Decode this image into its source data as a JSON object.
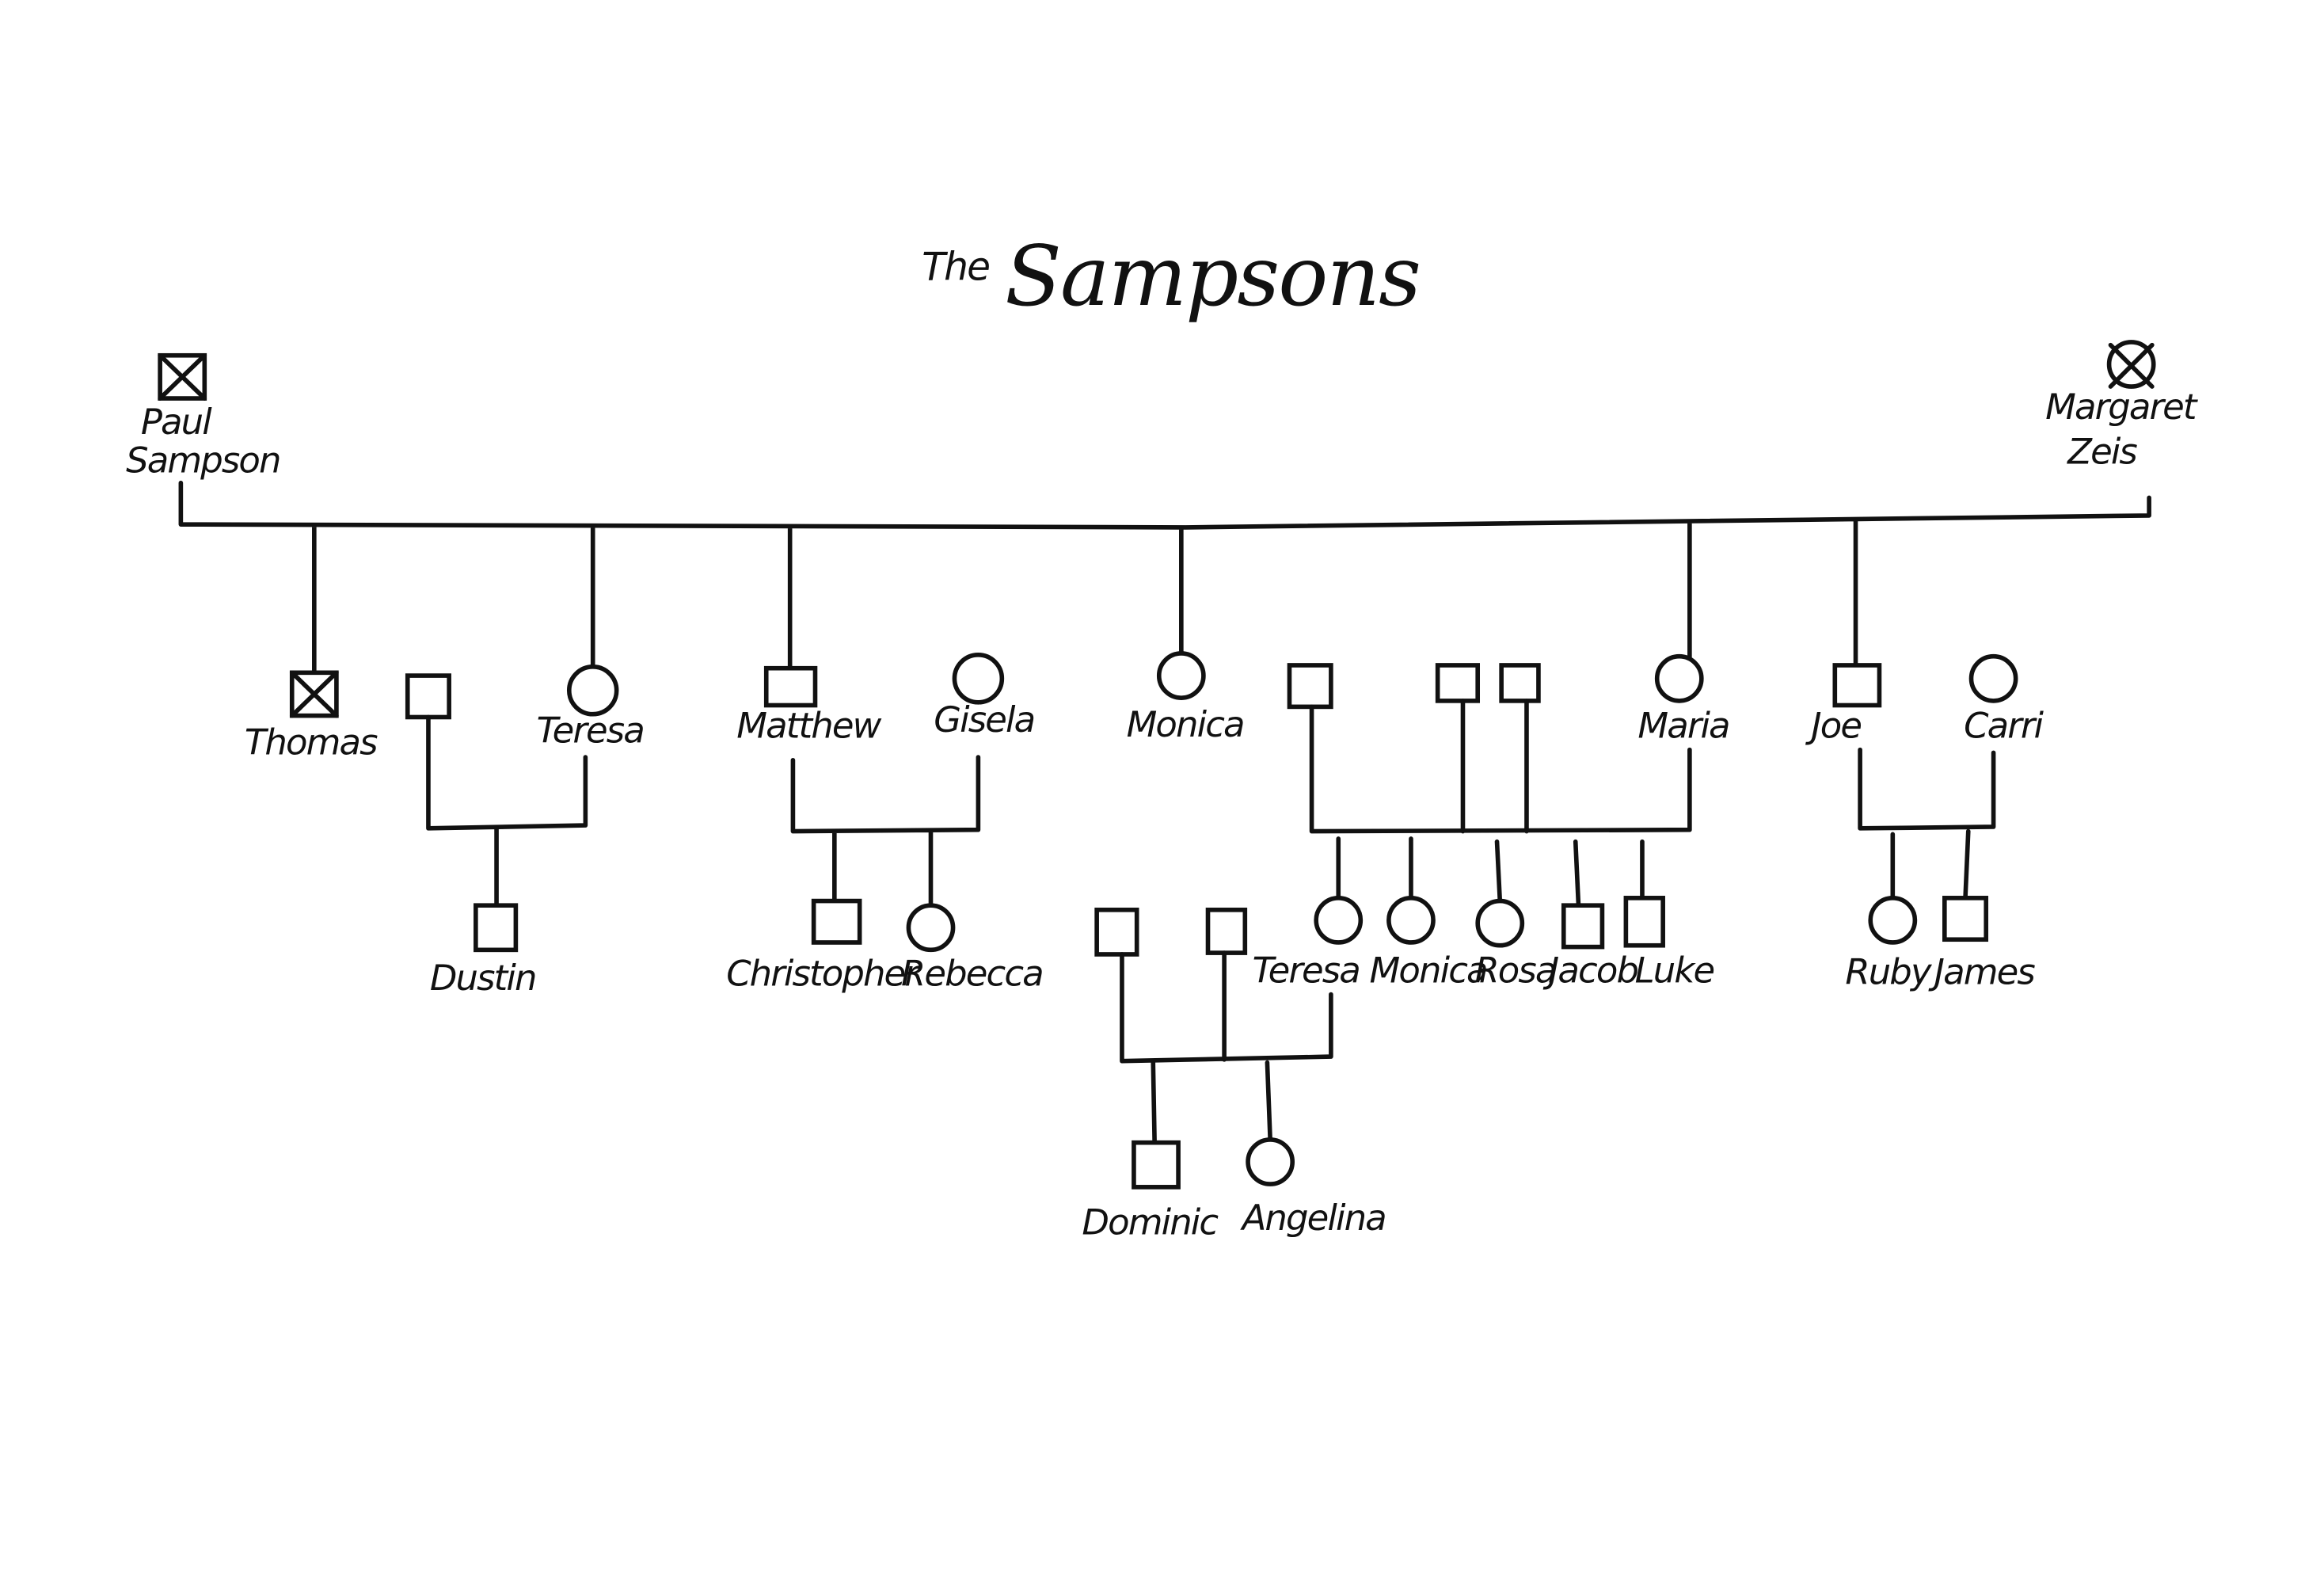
{
  "title": {
    "prefix": "The",
    "main": "Sampsons"
  },
  "founders": {
    "paul": {
      "first": "Paul",
      "last": "Sampson",
      "sex": "male",
      "deceased": true
    },
    "margaret": {
      "first": "Margaret",
      "last": "Zeis",
      "sex": "female",
      "deceased": true
    }
  },
  "children": {
    "thomas": {
      "name": "Thomas",
      "sex": "male",
      "deceased": true
    },
    "teresa": {
      "name": "Teresa",
      "sex": "female"
    },
    "matthew": {
      "name": "Matthew",
      "sex": "male"
    },
    "gisela": {
      "name": "Gisela",
      "sex": "female"
    },
    "monica": {
      "name": "Monica",
      "sex": "female"
    },
    "maria": {
      "name": "Maria",
      "sex": "female"
    },
    "joe": {
      "name": "Joe",
      "sex": "male"
    },
    "carri": {
      "name": "Carri",
      "sex": "female"
    }
  },
  "grandchildren": {
    "dustin": {
      "name": "Dustin",
      "sex": "male"
    },
    "christopher": {
      "name": "Christopher",
      "sex": "male"
    },
    "rebecca": {
      "name": "Rebecca",
      "sex": "female"
    },
    "teresa": {
      "name": "Teresa",
      "sex": "female"
    },
    "monica": {
      "name": "Monica",
      "sex": "female"
    },
    "rosa": {
      "name": "Rosa",
      "sex": "female"
    },
    "jacob": {
      "name": "Jacob",
      "sex": "male"
    },
    "luke": {
      "name": "Luke",
      "sex": "male"
    },
    "ruby": {
      "name": "Ruby",
      "sex": "female"
    },
    "james": {
      "name": "James",
      "sex": "male"
    }
  },
  "great_grandchildren": {
    "dominic": {
      "name": "Dominic",
      "sex": "male"
    },
    "angelina": {
      "name": "Angelina",
      "sex": "female"
    }
  }
}
